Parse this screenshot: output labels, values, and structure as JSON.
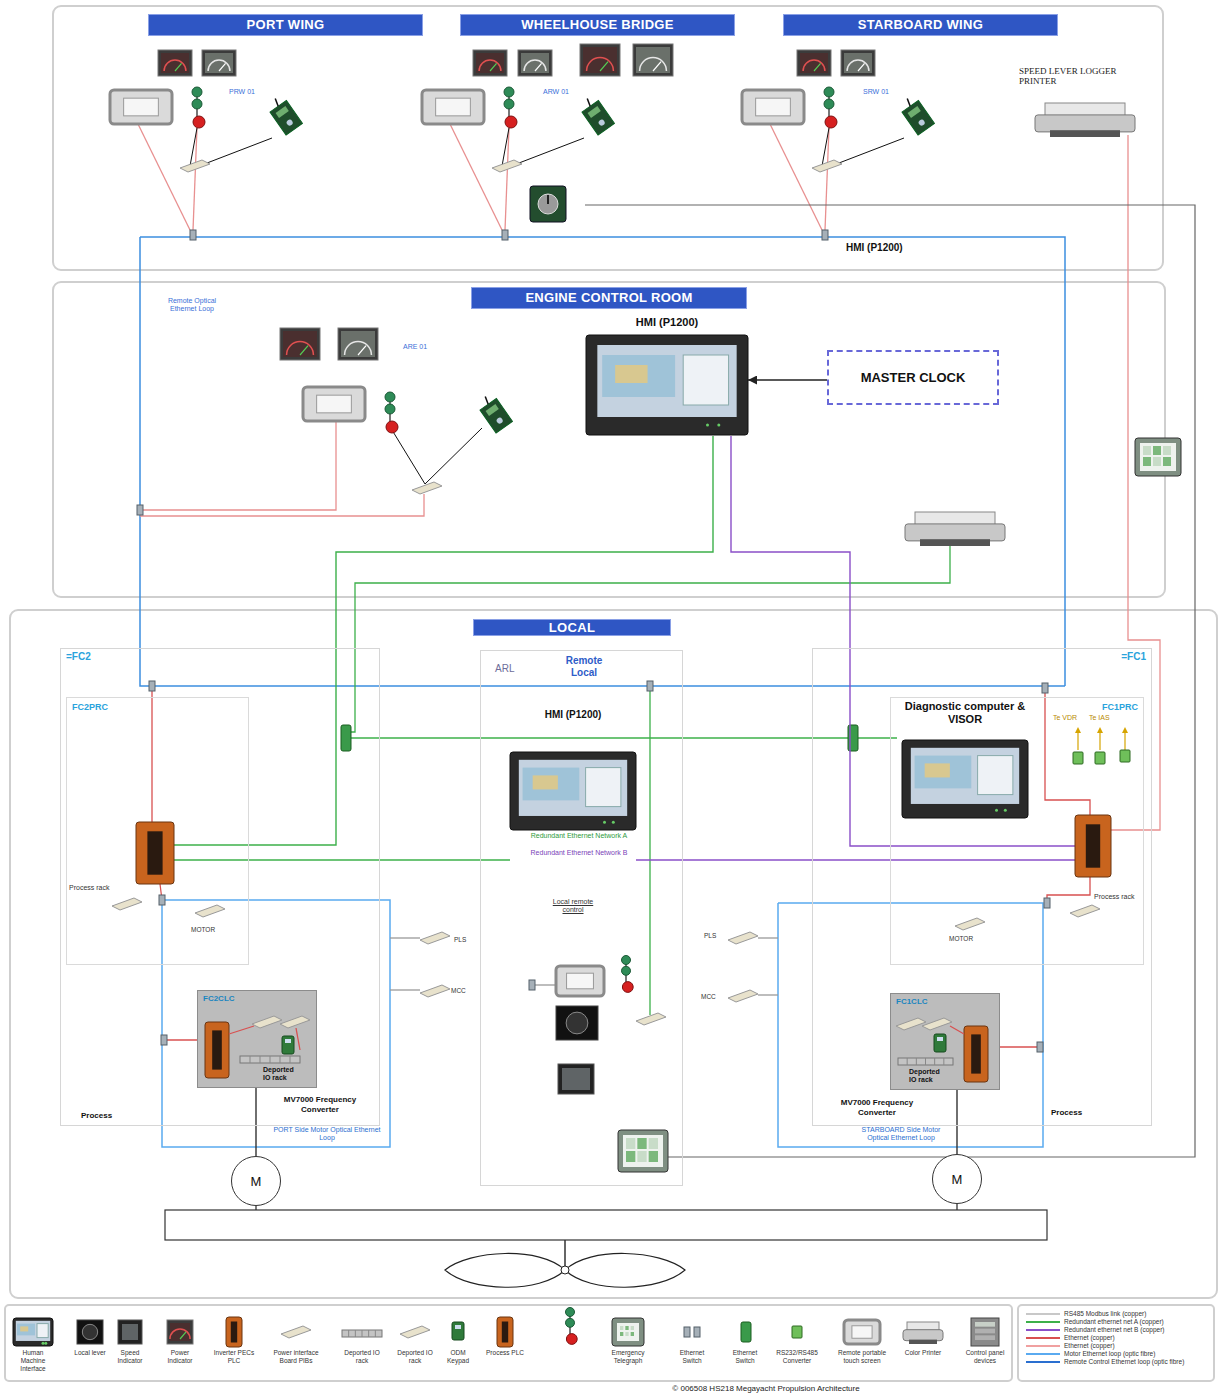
{
  "diagram": {
    "caption": "© 006508 HS218 Megayacht Propulsion Architecture",
    "nodes": [
      {
        "text": [
          "PORT WING"
        ]
      },
      {
        "text": [
          "WHEELHOUSE BRIDGE"
        ]
      },
      {
        "text": [
          "STARBOARD WING"
        ]
      },
      {
        "text": [
          "ENGINE CONTROL ROOM"
        ]
      },
      {
        "text": [
          "HMI (P1200)"
        ]
      },
      {
        "text": [
          "MASTER CLOCK"
        ]
      },
      {
        "text": [
          "LOCAL"
        ]
      },
      {
        "text": [
          "=FC2"
        ]
      },
      {
        "text": [
          "FC2PRC"
        ],
        "in": 7
      },
      {
        "text": [
          "ARL",
          "Remote Local"
        ]
      },
      {
        "text": [
          "HMI (P1200)"
        ],
        "in": 9
      },
      {
        "text": [
          "=FC1"
        ]
      },
      {
        "text": [
          "FC1PRC"
        ],
        "in": 11
      },
      {
        "text": [
          "Diagnostic computer & VISOR"
        ],
        "in": 12
      },
      {
        "text": [
          "FC2CLC",
          "MV7000 Frequency Converter"
        ],
        "in": 7
      },
      {
        "text": [
          "FC1CLC",
          "MV7000 Frequency Converter"
        ],
        "in": 11
      },
      {
        "text": [
          "M"
        ]
      },
      {
        "text": [
          "M"
        ]
      }
    ],
    "edges": [
      {
        "from": 5,
        "to": 4,
        "arrow": "to"
      },
      {
        "from": 4,
        "to": 8,
        "arrow": "none"
      },
      {
        "from": 4,
        "to": 12,
        "arrow": "none"
      },
      {
        "from": 10,
        "to": 8,
        "arrow": "none"
      },
      {
        "from": 10,
        "to": 12,
        "arrow": "none"
      },
      {
        "from": 14,
        "to": 16,
        "arrow": "none"
      },
      {
        "from": 15,
        "to": 17,
        "arrow": "none"
      }
    ],
    "labels": [
      "SPEED LEVER LOGGER PRINTER",
      "PRW 01",
      "ARW 01",
      "SRW 01",
      "HMI (P1200)",
      "Remote Optical Ethernet Loop",
      "ARE 01",
      "Redundant Ethernet Network A",
      "Redundant Ethernet Network B",
      "Te VDR",
      "Te IAS",
      "Process rack",
      "MOTOR",
      "PLS",
      "MCC",
      "Local remote control",
      "PLS",
      "MCC",
      "MOTOR",
      "Process rack",
      "Deported IO rack",
      "Deported IO rack",
      "Process",
      "Process",
      "PORT Side Motor Optical Ethernet Loop",
      "STARBOARD Side Motor Optical Ethernet Loop"
    ],
    "legend": [
      {
        "text": "Human Machine Interface"
      },
      {
        "text": "Local lever"
      },
      {
        "text": "Speed Indicator"
      },
      {
        "text": "Power Indicator"
      },
      {
        "text": "Inverter PECs PLC"
      },
      {
        "text": "Power interface Board PIBs"
      },
      {
        "text": "Deported IO rack"
      },
      {
        "text": "Deported IO rack"
      },
      {
        "text": "ODM Keypad"
      },
      {
        "text": "Process PLC"
      },
      {
        "text": "Emergency Telegraph"
      },
      {
        "text": "Ethernet Switch"
      },
      {
        "text": "Ethernet Switch"
      },
      {
        "text": "RS232/RS485 Converter"
      },
      {
        "text": "Remote portable touch screen"
      },
      {
        "text": "Color Printer"
      },
      {
        "text": "Control panel devices"
      },
      {
        "text": "RS485 Modbus link (copper)"
      },
      {
        "text": "Redundant ethernet net A (copper)"
      },
      {
        "text": "Redundant ethernet net B (copper)"
      },
      {
        "text": "Ethernet (copper)"
      },
      {
        "text": "Ethernet (copper)"
      },
      {
        "text": "Motor Ethernet loop (optic fibre)"
      },
      {
        "text": "Remote Control Ethernet loop (optic fibre)"
      }
    ]
  }
}
